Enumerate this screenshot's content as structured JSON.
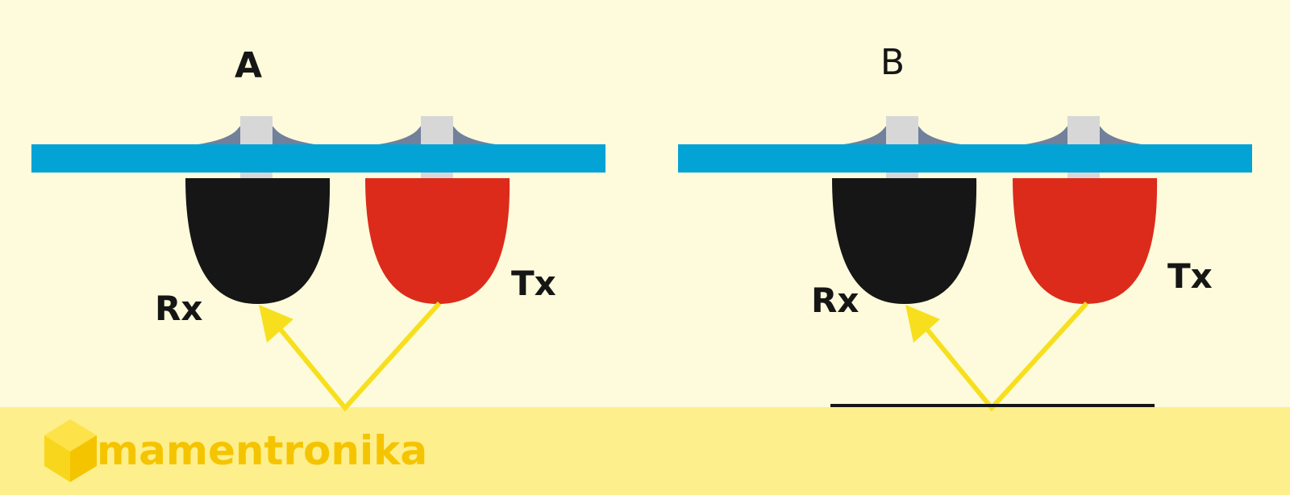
{
  "colors": {
    "background_top": "#fdfbdb",
    "background_bottom": "#fdef8c",
    "board": "#03a3d6",
    "pad": "#71809b",
    "pin": "#d7d7d7",
    "receiver": "#161616",
    "transmitter": "#dc2b1b",
    "beam": "#f7df1e",
    "surface_line": "#161616",
    "brand": "#f5c400"
  },
  "diagrams": [
    {
      "id": "A",
      "title": "A",
      "receiver_label": "Rx",
      "transmitter_label": "Tx",
      "has_surface_line": false
    },
    {
      "id": "B",
      "title": "B",
      "receiver_label": "Rx",
      "transmitter_label": "Tx",
      "has_surface_line": true
    }
  ],
  "brand": {
    "name": "mamentronika",
    "logo_icon": "yellow-cube-icon"
  }
}
